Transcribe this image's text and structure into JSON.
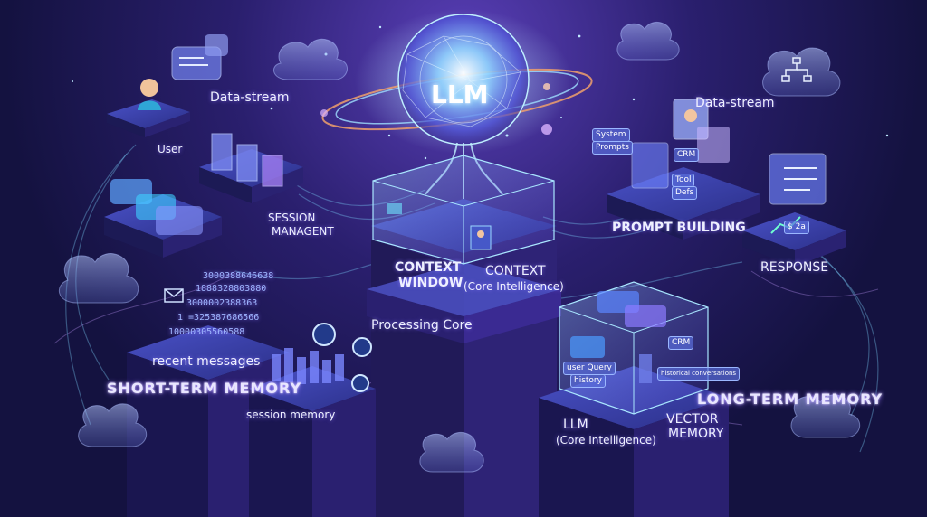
{
  "core": {
    "title": "LLM"
  },
  "labels": {
    "user": "User",
    "data_stream_left": "Data-stream",
    "data_stream_right": "Data-stream",
    "session_management_1": "SESSION",
    "session_management_2": "MANAGENT",
    "context_window_1": "CONTEXT",
    "context_window_2": "WINDOW",
    "context_core_1": "CONTEXT",
    "context_core_2": "(Core Intelligence)",
    "processing_core": "Processing Core",
    "prompt_building": "PROMPT BUILDING",
    "response": "RESPONSE",
    "recent_messages": "recent messages",
    "short_term_memory": "SHORT-TERM MEMORY",
    "session_memory": "session memory",
    "llm_core_1": "LLM",
    "llm_core_2": "(Core Intelligence)",
    "vector_memory_1": "VECTOR",
    "vector_memory_2": "MEMORY",
    "long_term_memory": "LONG-TERM MEMORY"
  },
  "cards": {
    "system_prompts_1": "System",
    "system_prompts_2": "Prompts",
    "crm": "CRM",
    "tool_defs_1": "Tool",
    "tool_defs_2": "Defs",
    "response_value": "$ 2a",
    "crm_box": "CRM",
    "user_query_history_1": "user Query",
    "user_query_history_2": "history",
    "historical_conversations": "historical conversations"
  },
  "code_lines": [
    "3000388646638",
    "1888328803880",
    "3000002388363",
    "1 =325387686566",
    "10000305560588"
  ],
  "colors": {
    "accent_cyan": "#7fe3ff",
    "accent_purple": "#9b6bff",
    "platform_top": "#3b3f9a",
    "platform_side": "#1c1a55"
  }
}
